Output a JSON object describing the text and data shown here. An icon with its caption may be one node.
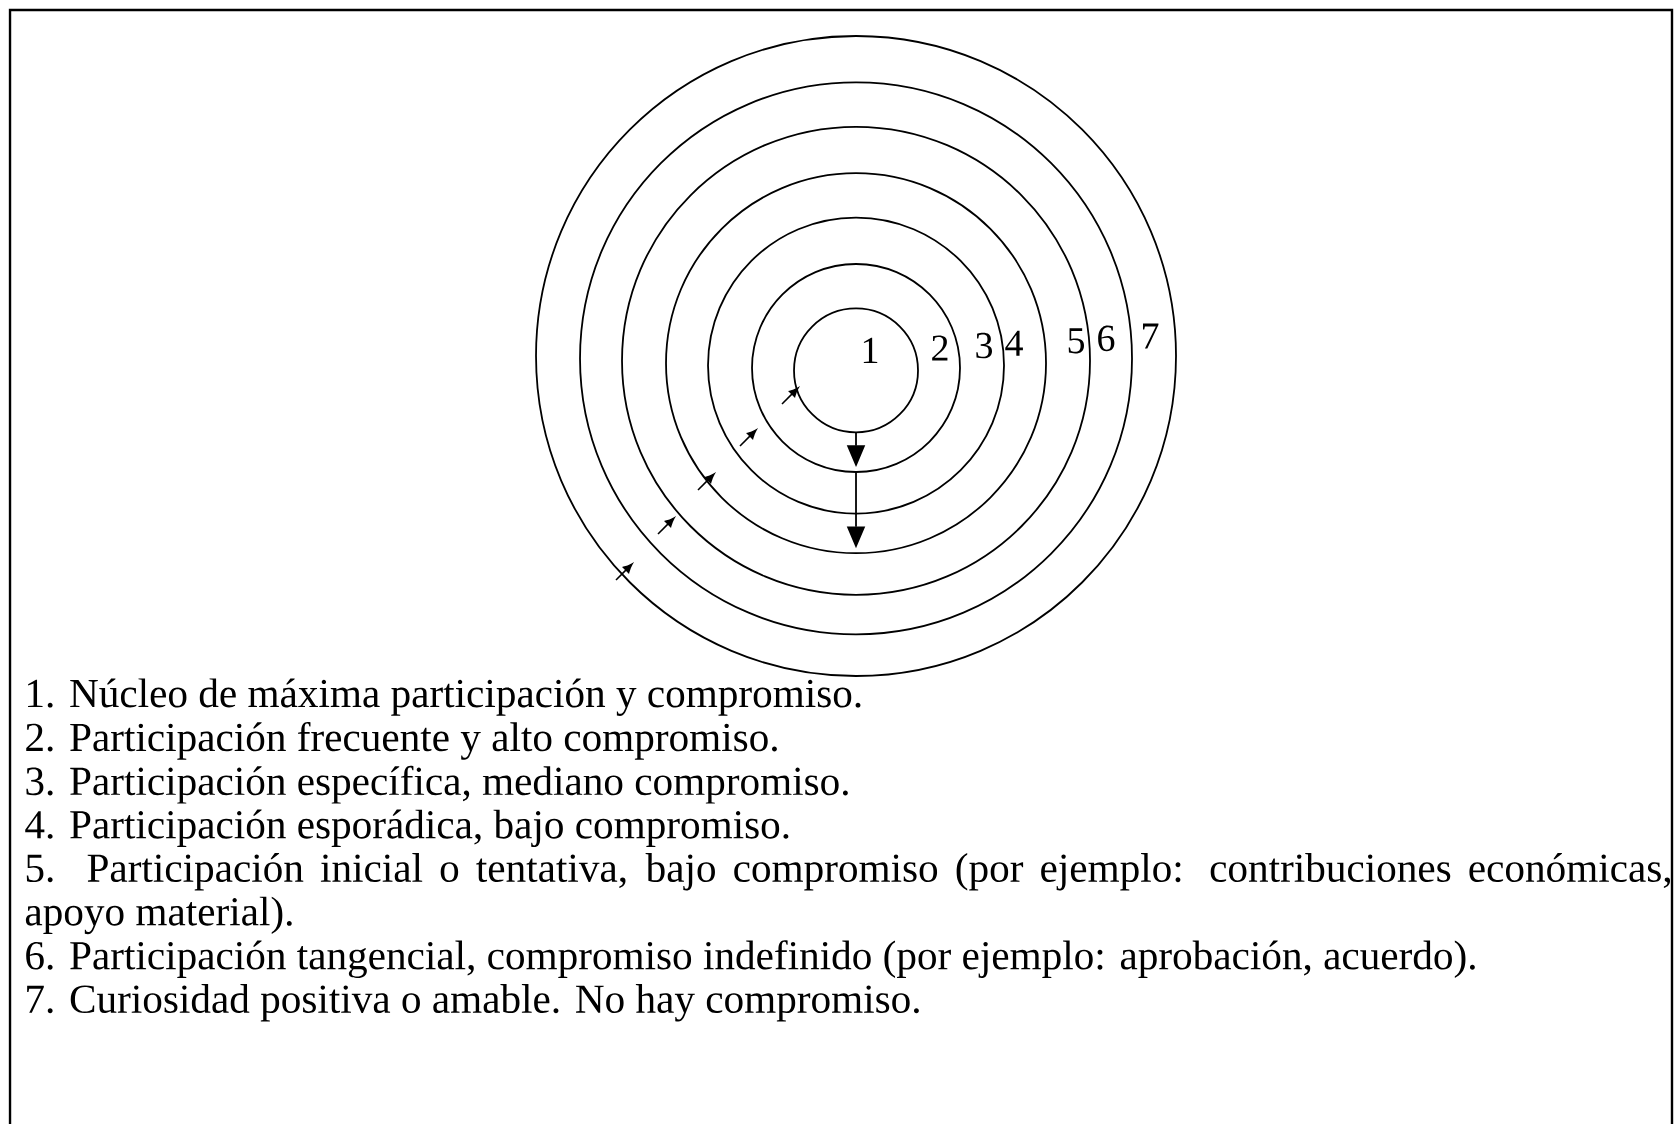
{
  "diagram": {
    "nodes": [
      {
        "text": [
          "7"
        ]
      },
      {
        "text": [
          "6"
        ],
        "in": 0
      },
      {
        "text": [
          "5"
        ],
        "in": 1
      },
      {
        "text": [
          "4"
        ],
        "in": 2
      },
      {
        "text": [
          "3"
        ],
        "in": 3
      },
      {
        "text": [
          "2"
        ],
        "in": 4
      },
      {
        "text": [
          "1"
        ],
        "in": 5
      }
    ],
    "edges": [
      {
        "from": 6,
        "to": 5,
        "arrow": "to"
      },
      {
        "from": 5,
        "to": 3,
        "arrow": "to"
      }
    ],
    "labels": [
      "1. Núcleo de máxima participación y compromiso.",
      "2. Participación frecuente y alto compromiso.",
      "3. Participación específica, mediano compromiso.",
      "4. Participación esporádica, bajo compromiso.",
      "5. Participación inicial o tentativa, bajo compromiso (por ejemplo: contribuciones económicas, apoyo material).",
      "6. Participación tangencial, compromiso indefinido (por ejemplo: aprobación, acuerdo).",
      "7. Curiosidad positiva o amable. No hay compromiso."
    ]
  }
}
